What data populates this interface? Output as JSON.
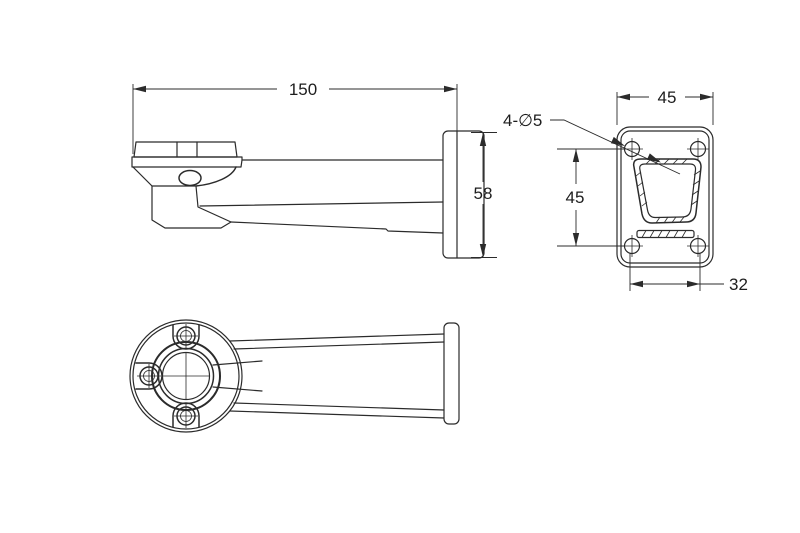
{
  "drawing": {
    "type": "engineering-orthographic-views",
    "subject": "wall mount bracket",
    "background_color": "#ffffff",
    "line_color": "#2b2b2b",
    "side_view": {
      "length_label": "150",
      "plate_height_label": "58"
    },
    "back_view": {
      "plate_width_label": "45",
      "hole_vertical_spacing_label": "45",
      "hole_horizontal_spacing_label": "32",
      "holes_callout_label": "4-∅5"
    }
  }
}
